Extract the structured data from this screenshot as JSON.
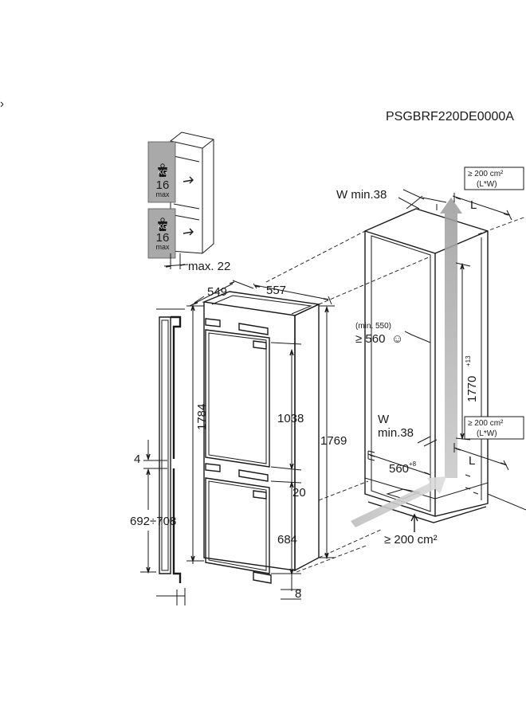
{
  "code": "PSGBRF220DE0000A",
  "load_labels": {
    "unit": "KG",
    "top_value": "16",
    "top_max": "max",
    "bottom_value": "16",
    "bottom_max": "max"
  },
  "dimensions": {
    "max_gap": "max. 22",
    "depth": "549",
    "width": "557",
    "total_height_door": "1784",
    "total_height_body": "1769",
    "upper_door": "1038",
    "gap_middle": "20",
    "lower_door": "684",
    "base_gap": "8",
    "hinge_offset": "4",
    "hinge_range": "692÷708"
  },
  "niche": {
    "w_top": "W min.38",
    "vent_top_area": "≥ 200 cm²",
    "vent_top_formula": "(L*W)",
    "l_top": "L",
    "depth_min": "(min. 550)",
    "depth_rec": "≥ 560",
    "smiley": "☺",
    "height": "1770",
    "height_tol": "+13",
    "w_bottom_1": "W",
    "w_bottom_2": "min.38",
    "vent_bottom_area": "≥ 200 cm²",
    "vent_bottom_formula": "(L*W)",
    "width_value": "560",
    "width_tol": "+8",
    "l_bottom": "L",
    "base_vent": "≥ 200 cm²"
  }
}
